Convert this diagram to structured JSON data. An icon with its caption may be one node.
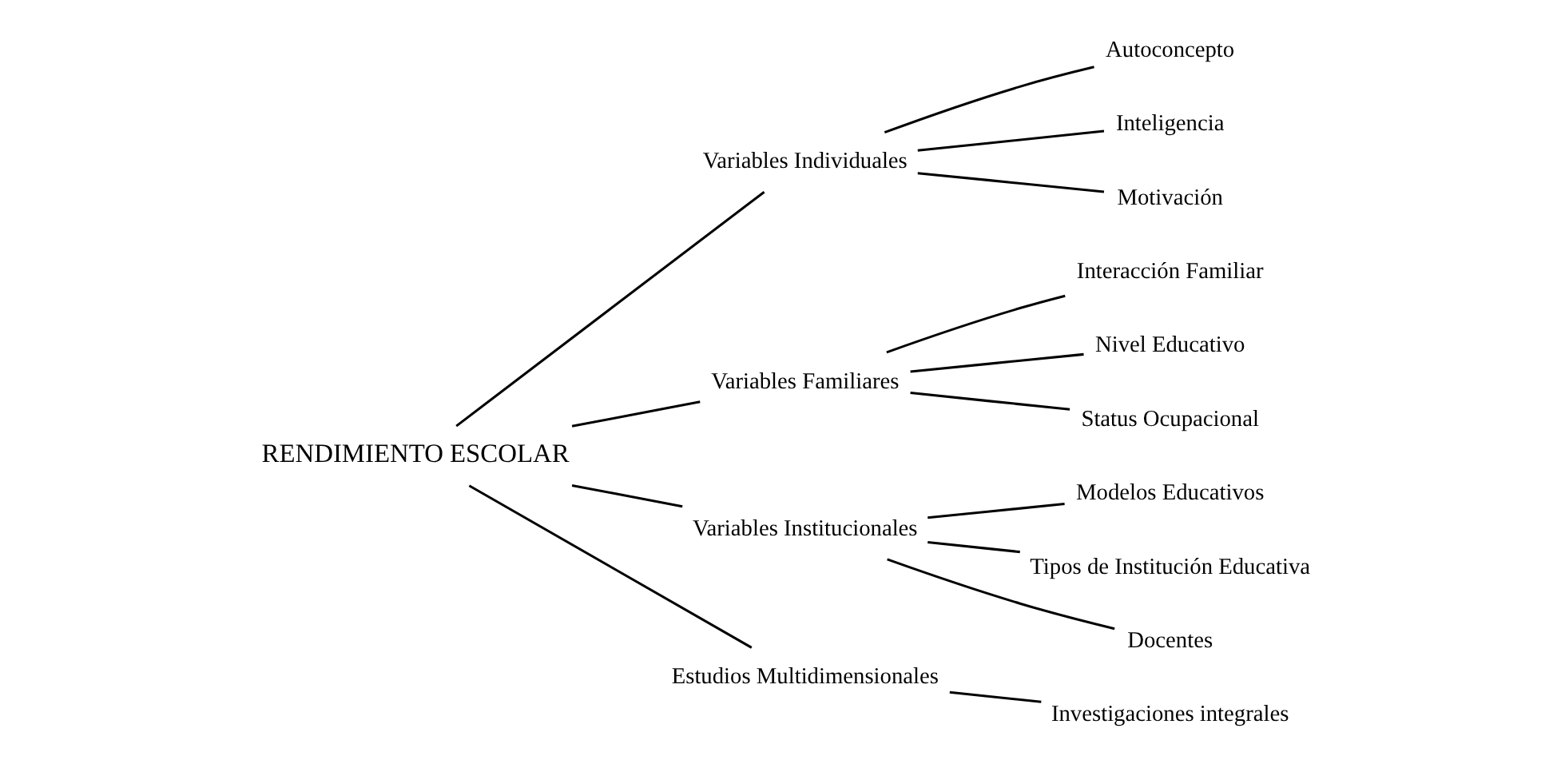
{
  "diagram": {
    "nodes": [
      {
        "text": [
          "RENDIMIENTO ESCOLAR"
        ]
      },
      {
        "text": [
          "Variables Individuales"
        ]
      },
      {
        "text": [
          "Autoconcepto"
        ]
      },
      {
        "text": [
          "Inteligencia"
        ]
      },
      {
        "text": [
          "Motivación"
        ]
      },
      {
        "text": [
          "Variables Familiares"
        ]
      },
      {
        "text": [
          "Interacción Familiar"
        ]
      },
      {
        "text": [
          "Nivel Educativo"
        ]
      },
      {
        "text": [
          "Status Ocupacional"
        ]
      },
      {
        "text": [
          "Variables Institucionales"
        ]
      },
      {
        "text": [
          "Modelos Educativos"
        ]
      },
      {
        "text": [
          "Tipos de Institución Educativa"
        ]
      },
      {
        "text": [
          "Docentes"
        ]
      },
      {
        "text": [
          "Estudios Multidimensionales"
        ]
      },
      {
        "text": [
          "Investigaciones integrales"
        ]
      }
    ],
    "edges": [
      {
        "from": 0,
        "to": 1,
        "arrow": "none"
      },
      {
        "from": 0,
        "to": 5,
        "arrow": "none"
      },
      {
        "from": 0,
        "to": 9,
        "arrow": "none"
      },
      {
        "from": 0,
        "to": 13,
        "arrow": "none"
      },
      {
        "from": 1,
        "to": 2,
        "arrow": "none"
      },
      {
        "from": 1,
        "to": 3,
        "arrow": "none"
      },
      {
        "from": 1,
        "to": 4,
        "arrow": "none"
      },
      {
        "from": 5,
        "to": 6,
        "arrow": "none"
      },
      {
        "from": 5,
        "to": 7,
        "arrow": "none"
      },
      {
        "from": 5,
        "to": 8,
        "arrow": "none"
      },
      {
        "from": 9,
        "to": 10,
        "arrow": "none"
      },
      {
        "from": 9,
        "to": 11,
        "arrow": "none"
      },
      {
        "from": 9,
        "to": 12,
        "arrow": "none"
      },
      {
        "from": 13,
        "to": 14,
        "arrow": "none"
      }
    ]
  }
}
